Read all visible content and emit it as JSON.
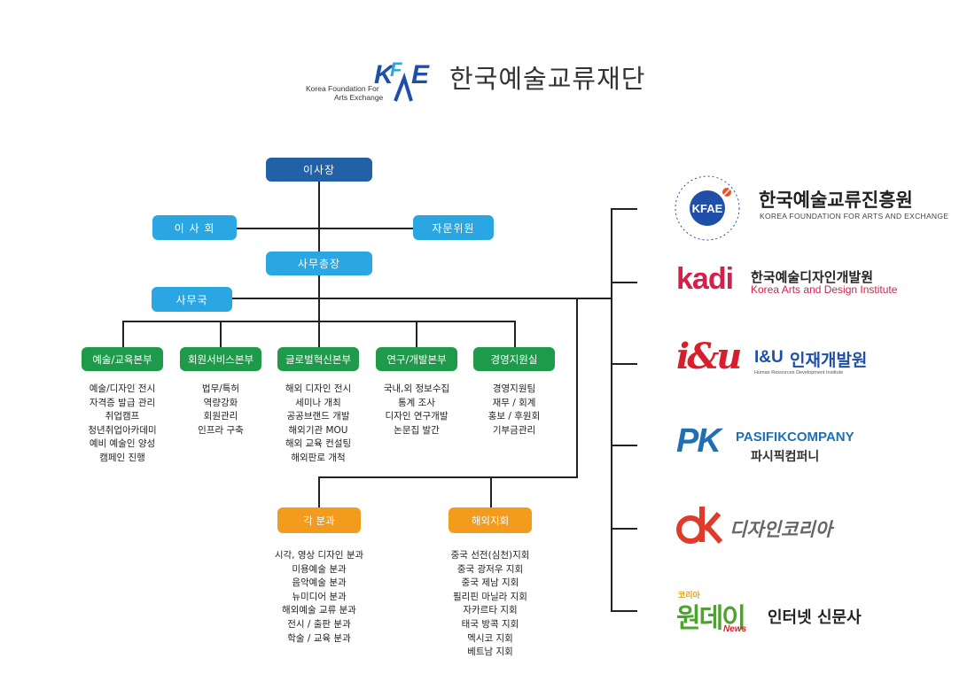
{
  "header": {
    "logo_small_lines": [
      "Korea Foundation For",
      "Arts Exchange"
    ],
    "title": "한국예술교류재단"
  },
  "org": {
    "chairman": "이사장",
    "board": "이 사 회",
    "advisory": "자문위원",
    "secretary_general": "사무총장",
    "secretariat": "사무국",
    "divisions": [
      {
        "label": "예술/교육본부",
        "items": [
          "예술/디자인 전시",
          "자격증 발급 관리",
          "취업캠프",
          "청년취업아카데미",
          "예비 예술인 양성",
          "캠페인 진행"
        ]
      },
      {
        "label": "회원서비스본부",
        "items": [
          "법무/특허",
          "역량강화",
          "회원관리",
          "인프라 구축"
        ]
      },
      {
        "label": "글로벌혁신본부",
        "items": [
          "해외 디자인 전시",
          "세미나 개최",
          "공공브랜드 개발",
          "해외기관 MOU",
          "해외 교육 컨설팅",
          "해외판로 개척"
        ]
      },
      {
        "label": "연구/개발본부",
        "items": [
          "국내,외 정보수집",
          "통계 조사",
          "디자인 연구개발",
          "논문집 발간"
        ]
      },
      {
        "label": "경영지원실",
        "items": [
          "경영지원팀",
          "재무 / 회계",
          "홍보 / 후원회",
          "기부금관리"
        ]
      }
    ],
    "branches": [
      {
        "label": "각  분과",
        "items": [
          "시각, 영상 디자인 분과",
          "미용예술 분과",
          "음악예술 분과",
          "뉴미디어 분과",
          "해외예술 교류 분과",
          "전시 / 출판 분과",
          "학술 / 교육 분과"
        ]
      },
      {
        "label": "해외지회",
        "items": [
          "중국 선전(심천)지회",
          "중국 광저우 지회",
          "중국 제남 지회",
          "필리핀 마닐라 지회",
          "자카르타 지회",
          "태국 방콕 지회",
          "멕시코 지회",
          "베트남 지회"
        ]
      }
    ]
  },
  "affiliates": {
    "kfae": {
      "ring_text": "FOUNDATION FOR ARTS · AND EXCHANGE",
      "name": "한국예술교류진흥원",
      "sub": "KOREA FOUNDATION FOR ARTS AND EXCHANGE"
    },
    "kadi": {
      "mark": "kadi",
      "name": "한국예술디자인개발원",
      "sub": "Korea Arts and Design Institute"
    },
    "iu": {
      "mark": "i&u",
      "brand": "I&U",
      "name": "인재개발원",
      "sub": "Human Resources Development Institute"
    },
    "pasifik": {
      "mark": "PK",
      "name": "PASIFIKCOMPANY",
      "sub": "파시픽컴퍼니"
    },
    "design_korea": {
      "mark": "dk",
      "name": "디자인코리아"
    },
    "oneday": {
      "small": "코리아",
      "mark": "원데이",
      "news": "News",
      "name": "인터넷 신문사"
    }
  },
  "colors": {
    "navy": "#2361a6",
    "sky": "#2aa7e2",
    "green": "#1e9a4a",
    "orange": "#f29b1d",
    "kadi_red": "#d61f4a",
    "kfae_blue": "#1f4fa8"
  }
}
